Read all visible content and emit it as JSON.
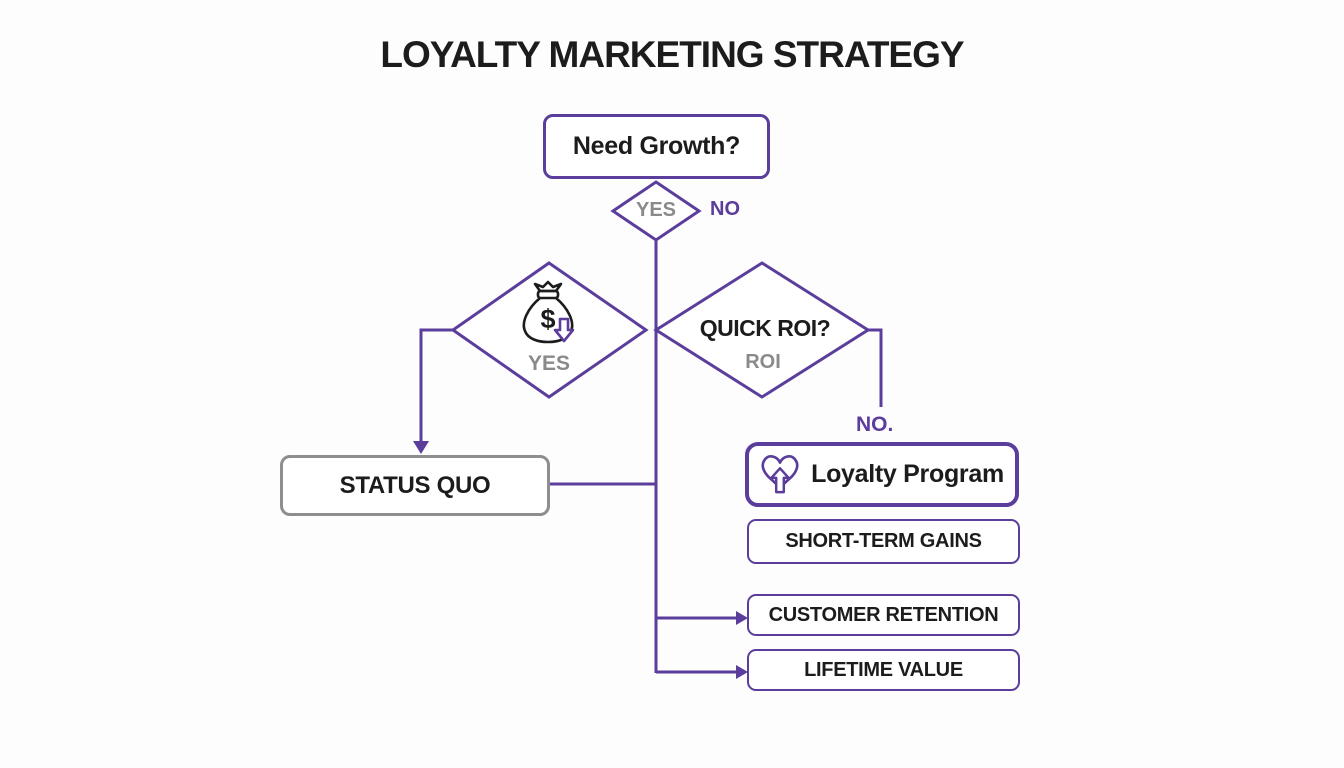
{
  "title": "LOYALTY MARKETING STRATEGY",
  "colors": {
    "accent_purple": "#5b3d9c",
    "gray_text": "#8a8a8a",
    "gray_border": "#8e8e8e",
    "text_black": "#1c1c1c",
    "background": "#fdfdfd"
  },
  "flowchart": {
    "need_growth": {
      "label": "Need Growth?"
    },
    "growth_decision": {
      "yes_label": "YES",
      "no_label": "NO"
    },
    "investment_diamond": {
      "label": "YES",
      "icon": "money-bag-down-icon"
    },
    "quick_roi_diamond": {
      "label": "QUICK ROI?",
      "sublabel": "ROI"
    },
    "no_branch": {
      "label": "NO."
    },
    "status_quo": {
      "label": "STATUS QUO"
    },
    "loyalty_program": {
      "label": "Loyalty Program",
      "icon": "heart-growth-icon"
    },
    "short_term_gains": {
      "label": "SHORT-TERM GAINS"
    },
    "customer_retention": {
      "label": "CUSTOMER RETENTION"
    },
    "lifetime_value": {
      "label": "LIFETIME VALUE"
    }
  }
}
